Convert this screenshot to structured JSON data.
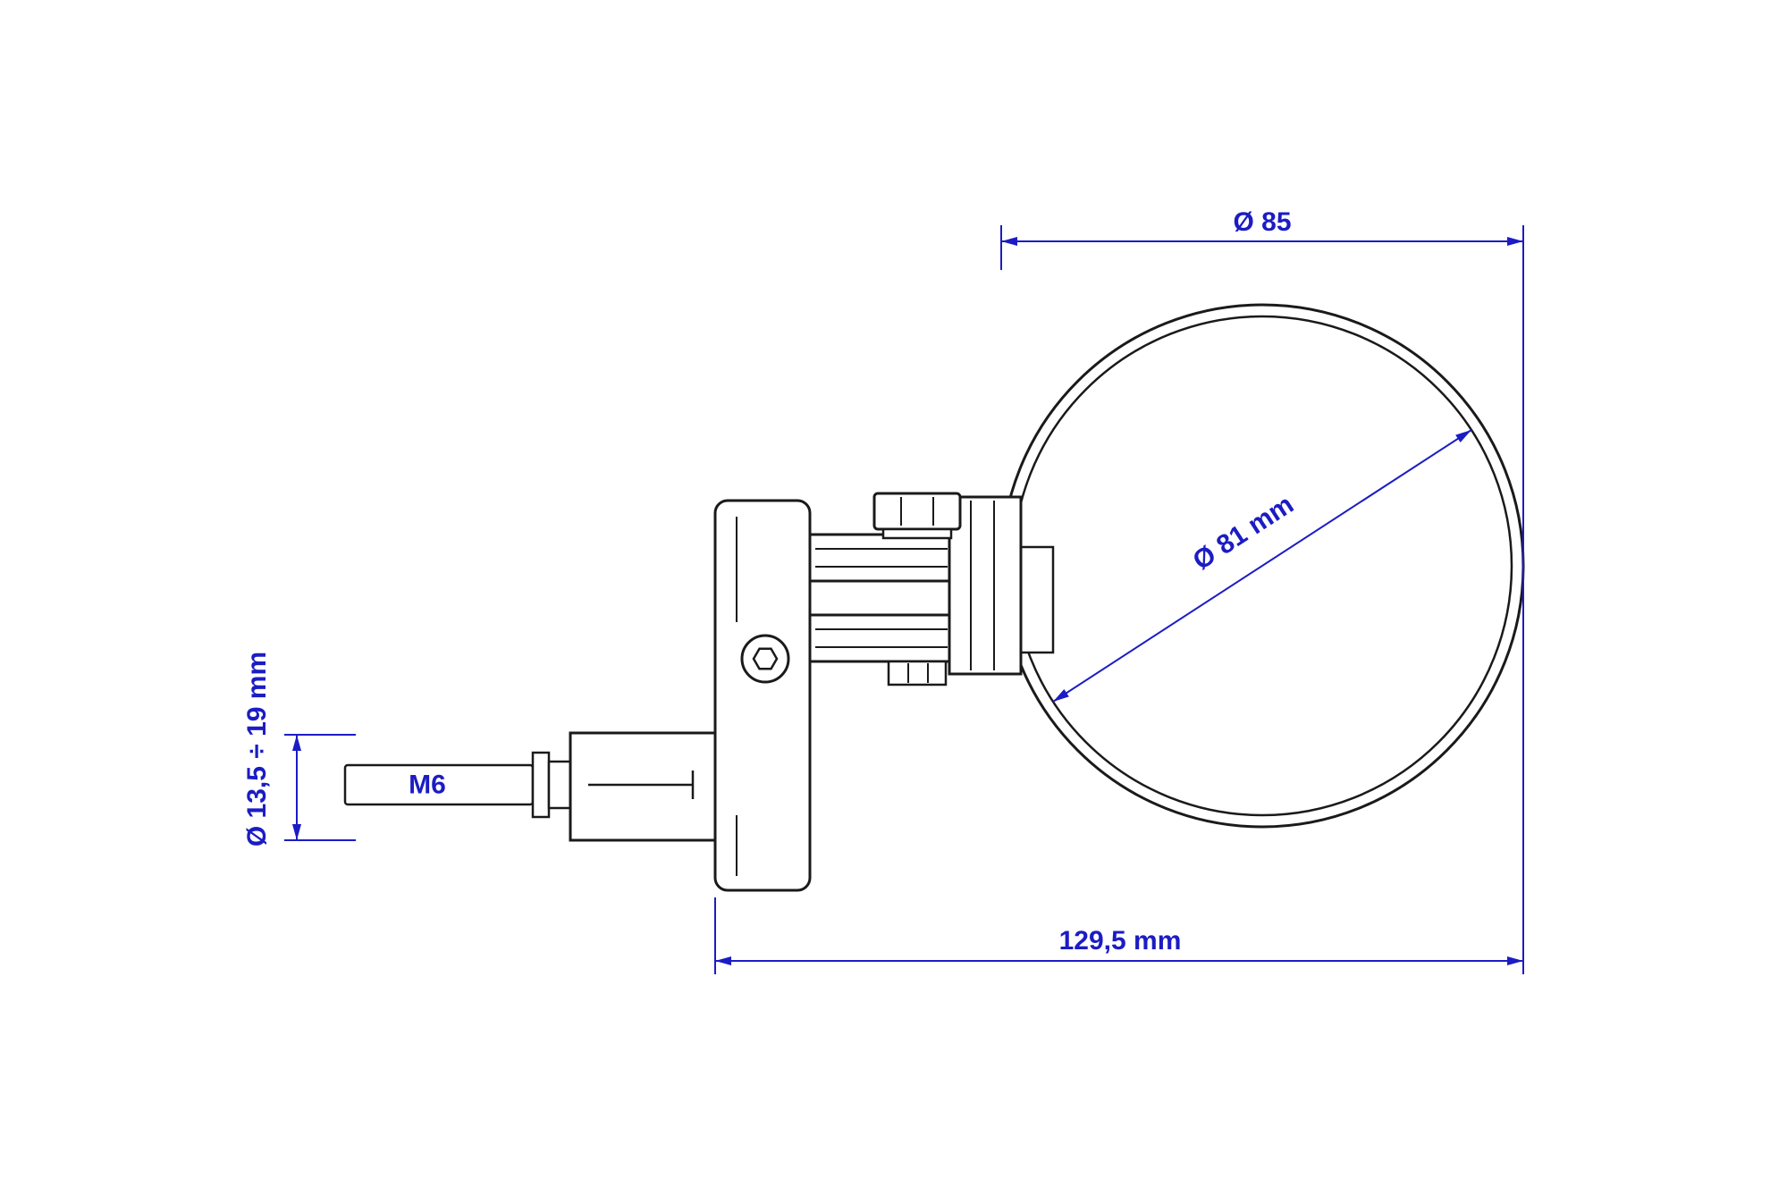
{
  "labels": {
    "mirror_outer_diameter": "Ø 85",
    "mirror_glass_diameter": "Ø 81 mm",
    "overall_length": "129,5 mm",
    "clamp_range": "Ø 13,5 ÷ 19 mm",
    "thread": "M6"
  },
  "colors": {
    "dimension": "#1c1cc4",
    "outline": "#1a1a1a",
    "background": "#ffffff"
  }
}
